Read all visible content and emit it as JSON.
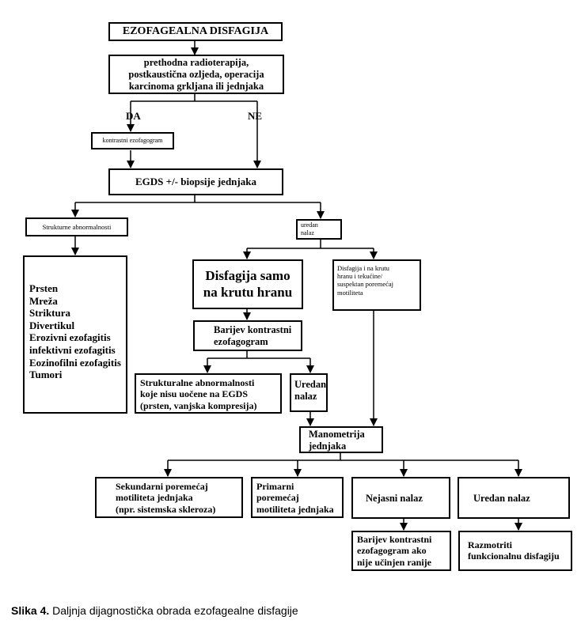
{
  "diagram": {
    "start": "EZOFAGEALNA DISFAGIJA",
    "question": [
      "prethodna radioterapija,",
      "postkaustična ozljeda, operacija",
      "karcinoma grkljana ili jednjaka"
    ],
    "branch_yes": "DA",
    "branch_no": "NE",
    "contrast": "kontrastni ezofagogram",
    "egds": "EGDS +/- biopsije jednjaka",
    "structural": "Strukturne abnormalnosti",
    "normal_small": [
      "uredan",
      "nalaz"
    ],
    "causes": [
      "Prsten",
      "Mreža",
      "Striktura",
      "Divertikul",
      "Erozivni ezofagitis",
      "infektivni ezofagitis",
      "Eozinofilni ezofagitis",
      "Tumori"
    ],
    "solid_only": [
      "Disfagija samo",
      "na krutu hranu"
    ],
    "solid_liquid": [
      "Disfagija i na krutu",
      "hranu i tekućine/",
      "suspektan poremećaj",
      "motiliteta"
    ],
    "barium": [
      "Barijev kontrastni",
      "ezofagogram"
    ],
    "struct_not_seen": [
      "Strukturalne abnormalnosti",
      "koje nisu uočene na EGDS",
      "(prsten, vanjska kompresija)"
    ],
    "normal_result": [
      "Uredan",
      "nalaz"
    ],
    "manometry": [
      "Manometrija",
      "jednjaka"
    ],
    "secondary": [
      "Sekundarni poremećaj",
      "motiliteta jednjaka",
      "(npr. sistemska skleroza)"
    ],
    "primary": [
      "Primarni",
      "poremećaj",
      "motiliteta jednjaka"
    ],
    "unclear": "Nejasni nalaz",
    "normal_final": "Uredan nalaz",
    "barium_if": [
      "Barijev kontrastni",
      "ezofagogram ako",
      "nije učinjen ranije"
    ],
    "functional": [
      "Razmotriti",
      "funkcionalnu disfagiju"
    ]
  },
  "caption": {
    "label": "Slika 4.",
    "text": " Daljnja dijagnostička obrada ezofagealne disfagije"
  }
}
